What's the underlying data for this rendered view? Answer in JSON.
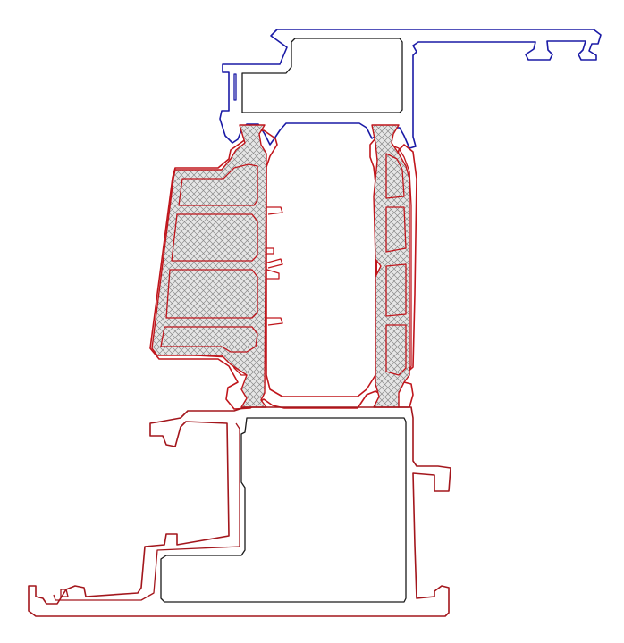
{
  "drawing": {
    "type": "profile-cross-section",
    "colors": {
      "background": "#ffffff",
      "cover_profile": "#1a1aa6",
      "frame_profile": "#c0161c",
      "lower_frame_profile": "#a3161c",
      "reinforcement": "#1a1a1a",
      "insulation_fill": "#e6e6e6",
      "insulation_hatch": "#8a8a8a"
    },
    "parts": [
      {
        "name": "cover-profile",
        "color_key": "cover_profile"
      },
      {
        "name": "upper-frame",
        "color_key": "frame_profile"
      },
      {
        "name": "lower-frame",
        "color_key": "lower_frame_profile"
      },
      {
        "name": "steel-reinforcement-top",
        "color_key": "reinforcement"
      },
      {
        "name": "steel-reinforcement-bottom",
        "color_key": "reinforcement"
      },
      {
        "name": "thermal-insulation",
        "color_key": "insulation_fill"
      }
    ]
  }
}
